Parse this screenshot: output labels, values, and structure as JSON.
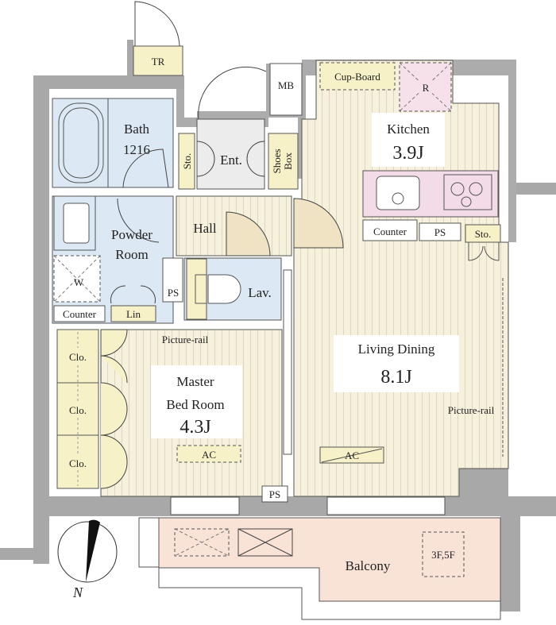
{
  "colors": {
    "wall": "#a8a8a8",
    "water": "#dce9f4",
    "storage": "#f6f1c6",
    "floor": "#f5f1dc",
    "kitchen_fixture": "#f3dbe8",
    "balcony": "#f9e3d6",
    "entrance": "#ececec"
  },
  "rooms": {
    "tr": "TR",
    "mb": "MB",
    "cupboard": "Cup-Board",
    "refrigerator": "R",
    "kitchen": "Kitchen",
    "kitchen_size": "3.9J",
    "bath": "Bath",
    "bath_size": "1216",
    "sto_entrance": "Sto.",
    "entrance": "Ent.",
    "shoes_box_1": "Shoes",
    "shoes_box_2": "Box",
    "hall": "Hall",
    "powder_1": "Powder",
    "powder_2": "Room",
    "washer": "W",
    "counter_powder": "Counter",
    "linen": "Lin",
    "ps_lav": "PS",
    "lav": "Lav.",
    "counter_kitchen": "Counter",
    "ps_kitchen": "PS",
    "sto_kitchen": "Sto.",
    "living_dining": "Living Dining",
    "living_size": "8.1J",
    "picture_rail_living": "Picture-rail",
    "picture_rail_bed": "Picture-rail",
    "closet_1": "Clo.",
    "closet_2": "Clo.",
    "closet_3": "Clo.",
    "bed_1": "Master",
    "bed_2": "Bed Room",
    "bed_size": "4.3J",
    "ac_bed": "AC",
    "ac_living": "AC",
    "ps_bottom": "PS",
    "balcony": "Balcony",
    "hatch": "3F,5F"
  },
  "compass": {
    "label": "N",
    "icon": "north-arrow-icon"
  }
}
